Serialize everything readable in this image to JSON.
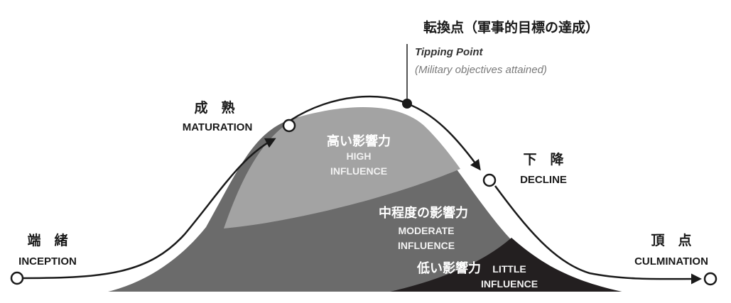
{
  "stages": {
    "inception": {
      "jp": "端　緒",
      "en": "INCEPTION"
    },
    "maturation": {
      "jp": "成　熟",
      "en": "MATURATION"
    },
    "tipping_point": {
      "jp": "転換点（軍事的目標の達成）",
      "en_title": "Tipping Point",
      "en_sub": "(Military objectives attained)"
    },
    "decline": {
      "jp": "下　降",
      "en": "DECLINE"
    },
    "culmination": {
      "jp": "頂　点",
      "en": "CULMINATION"
    }
  },
  "influence": {
    "high": {
      "jp": "高い影響力",
      "en_line1": "HIGH",
      "en_line2": "INFLUENCE"
    },
    "moderate": {
      "jp": "中程度の影響力",
      "en_line1": "MODERATE",
      "en_line2": "INFLUENCE"
    },
    "little": {
      "jp": "低い影響力",
      "en_line1": "LITTLE",
      "en_line2": "INFLUENCE"
    }
  },
  "colors": {
    "curve": "#1a1a1a",
    "high_region": "#a3a3a3",
    "moderate_region": "#6b6b6b",
    "little_region": "#231f20",
    "marker_fill": "#ffffff",
    "tipping_point": "#1a1a1a",
    "label_text": "#1a1a1a",
    "subtitle_text": "#7a7a7a",
    "region_text_light": "#f2f2f2"
  }
}
